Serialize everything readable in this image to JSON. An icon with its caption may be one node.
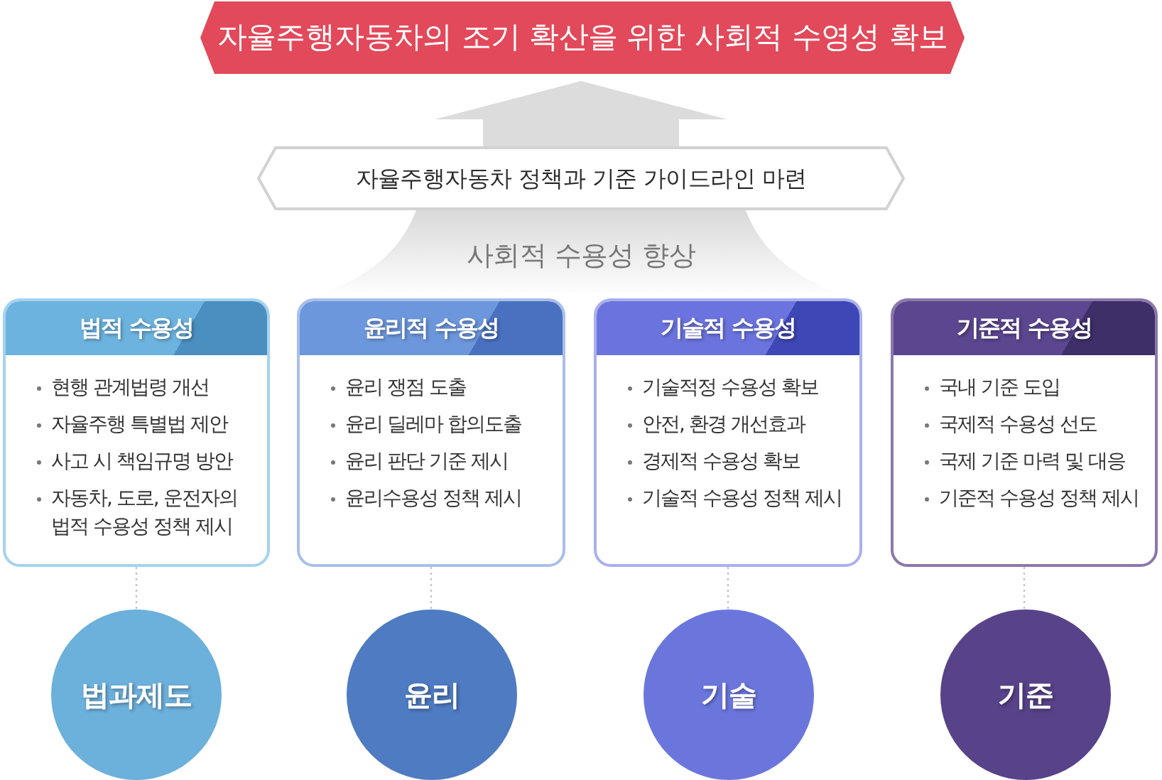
{
  "diagram": {
    "nodes": [
      {
        "text": [
          "자율주행자동차의 조기 확산을 위한 사회적 수영성 확보"
        ]
      },
      {
        "text": [
          "자율주행자동차 정책과 기준 가이드라인 마련"
        ]
      },
      {
        "text": [
          "사회적 수용성 향상"
        ]
      },
      {
        "text": [
          "법적 수용성",
          "현행 관계법령 개선",
          "자율주행 특별법 제안",
          "사고 시 책임규명 방안",
          "자동차, 도로, 운전자의 법적 수용성 정책 제시"
        ]
      },
      {
        "text": [
          "윤리적 수용성",
          "윤리 쟁점 도출",
          "윤리 딜레마 합의도출",
          "윤리 판단 기준 제시",
          "윤리수용성 정책 제시"
        ]
      },
      {
        "text": [
          "기술적 수용성",
          "기술적정 수용성 확보",
          "안전, 환경 개선효과",
          "경제적 수용성 확보",
          "기술적 수용성 정책 제시"
        ]
      },
      {
        "text": [
          "기준적 수용성",
          "국내 기준 도입",
          "국제적 수용성 선도",
          "국제 기준 마력 및 대응",
          "기준적 수용성 정책 제시"
        ]
      },
      {
        "text": [
          "법과제도"
        ]
      },
      {
        "text": [
          "윤리"
        ]
      },
      {
        "text": [
          "기술"
        ]
      },
      {
        "text": [
          "기준"
        ]
      }
    ],
    "edges": [
      {
        "from": 1,
        "to": 0,
        "arrow": "to",
        "style": "thick"
      },
      {
        "from": 3,
        "to": 7,
        "arrow": "none",
        "style": "dashed"
      },
      {
        "from": 4,
        "to": 8,
        "arrow": "none",
        "style": "dashed"
      },
      {
        "from": 5,
        "to": 9,
        "arrow": "none",
        "style": "dashed"
      },
      {
        "from": 6,
        "to": 10,
        "arrow": "none",
        "style": "dashed"
      }
    ]
  }
}
